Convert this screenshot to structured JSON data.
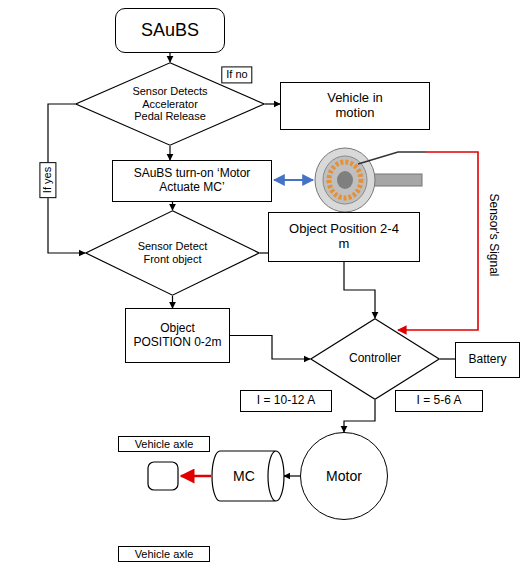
{
  "diagram": {
    "nodes": [
      {
        "text": [
          "SAuBS"
        ]
      },
      {
        "text": [
          "Sensor Detects Accelerator Pedal Release"
        ]
      },
      {
        "text": [
          "Vehicle in motion"
        ]
      },
      {
        "text": [
          "SAuBS turn-on ‘Motor Actuate MC’"
        ]
      },
      {
        "text": [
          "Sensor Detect Front object"
        ]
      },
      {
        "text": [
          "Object Position 2-4 m"
        ]
      },
      {
        "text": [
          "Object POSITION 0-2m"
        ]
      },
      {
        "text": [
          "Controller"
        ]
      },
      {
        "text": [
          "Battery"
        ]
      },
      {
        "text": [
          "I = 10-12 A"
        ]
      },
      {
        "text": [
          "I = 5-6 A"
        ]
      },
      {
        "text": [
          "Vehicle axle"
        ]
      },
      {
        "text": [
          "MC"
        ]
      },
      {
        "text": [
          "Motor"
        ]
      },
      {
        "text": [
          "Vehicle axle"
        ]
      }
    ],
    "edges": [
      {
        "from": 0,
        "to": 1,
        "arrow": "to"
      },
      {
        "from": 1,
        "to": 2,
        "label": "If no",
        "arrow": "to"
      },
      {
        "from": 1,
        "to": 3,
        "arrow": "to"
      },
      {
        "from": 1,
        "to": 4,
        "label": "If yes",
        "arrow": "to"
      },
      {
        "from": 3,
        "to": 4,
        "arrow": "to"
      },
      {
        "from": 4,
        "to": 5,
        "arrow": "none"
      },
      {
        "from": 4,
        "to": 6,
        "arrow": "to"
      },
      {
        "from": 5,
        "to": 7,
        "arrow": "to"
      },
      {
        "from": 6,
        "to": 7,
        "arrow": "to"
      },
      {
        "from": 8,
        "to": 7,
        "arrow": "none"
      },
      {
        "from": 7,
        "to": 13,
        "arrow": "to"
      },
      {
        "from": 13,
        "to": 12,
        "arrow": "to"
      }
    ],
    "labels": [
      "Sensor's Signal"
    ]
  }
}
